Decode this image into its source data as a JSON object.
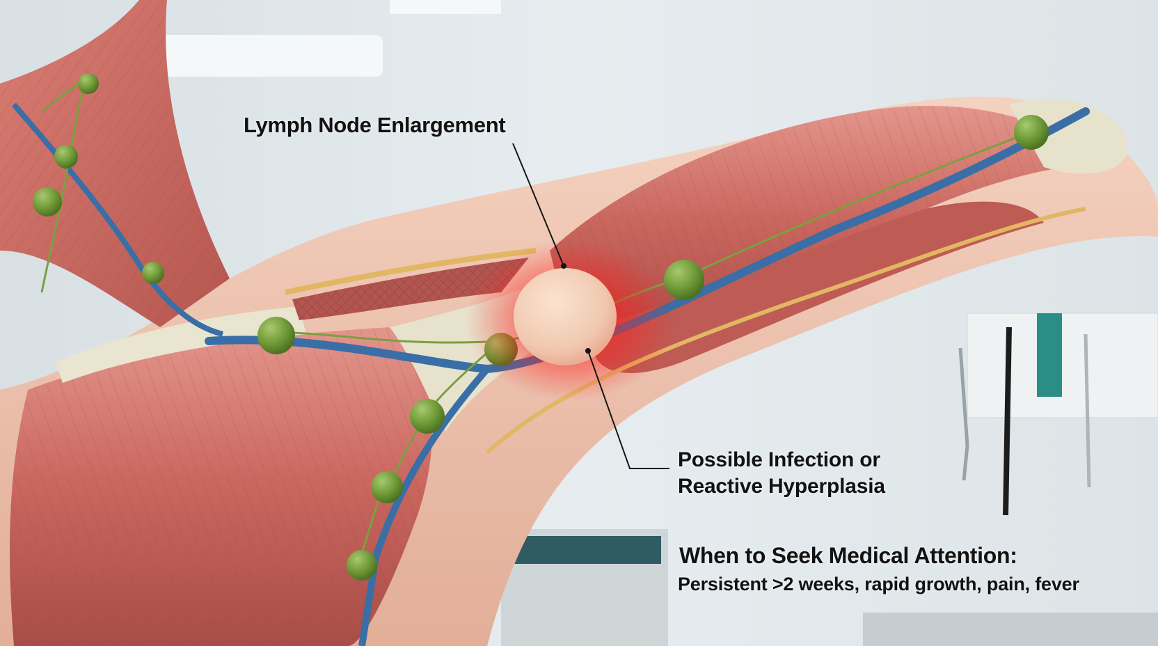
{
  "image": {
    "description_visible": false,
    "colors": {
      "muscle": "#c9665e",
      "muscle_light": "#e38f85",
      "tendon": "#e6e2cc",
      "skin": "#edc2ac",
      "vein": "#3a6ea6",
      "lymph_vessel": "#7aa040",
      "lymph_node": "#6f9a37",
      "enlarged_node": "#f2cdb4",
      "inflammation_glow": "#ff1e1e",
      "room_wall": "#e3e9ec",
      "label_text": "#121212"
    }
  },
  "annotations": {
    "node_label": "Lymph Node Enlargement",
    "cause_line1": "Possible Infection or",
    "cause_line2": "Reactive Hyperplasia",
    "attention_heading": "When to Seek Medical Attention:",
    "attention_criteria": "Persistent >2 weeks, rapid growth, pain, fever"
  }
}
